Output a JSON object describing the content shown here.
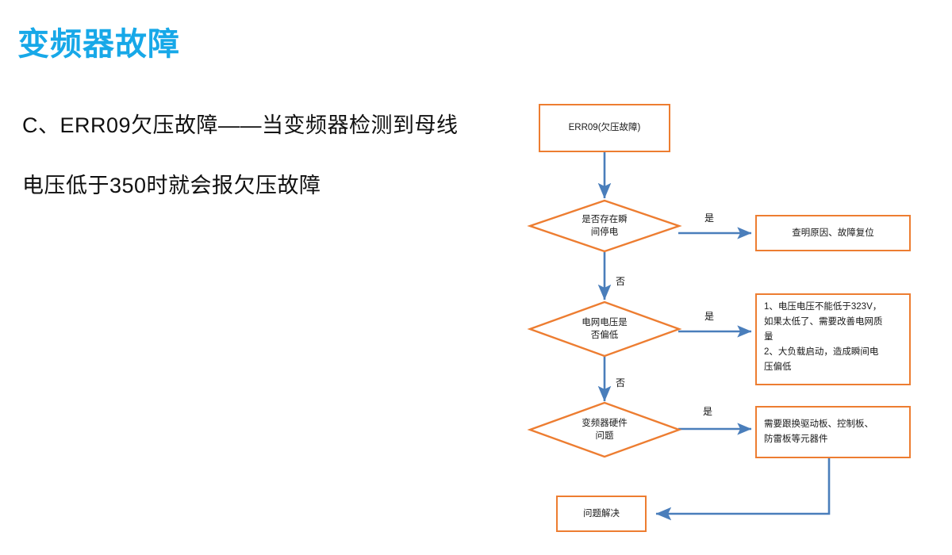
{
  "slide": {
    "title": "变频器故障",
    "body": [
      "C、ERR09欠压故障——当变频器检测到母线",
      "电压低于350时就会报欠压故障"
    ]
  },
  "colors": {
    "title_blue": "#17A8E8",
    "shape_orange": "#ED7D31",
    "connector_blue": "#4A7EBB",
    "text_black": "#1A1A1A",
    "background": "#FFFFFF"
  },
  "flowchart": {
    "start": {
      "label": "ERR09(欠压故障)"
    },
    "decisions": [
      {
        "id": "d1",
        "label": "是否存在瞬\n间停电",
        "yes": "是",
        "no": "否"
      },
      {
        "id": "d2",
        "label": "电网电压是\n否偏低",
        "yes": "是",
        "no": "否"
      },
      {
        "id": "d3",
        "label": "变频器硬件\n问题",
        "yes": "是",
        "no": ""
      }
    ],
    "results": [
      {
        "id": "r1",
        "label": "查明原因、故障复位"
      },
      {
        "id": "r2",
        "label": "1、电压电压不能低于323V，\n如果太低了、需要改善电网质\n量\n2、大负载启动，造成瞬间电\n压偏低"
      },
      {
        "id": "r3",
        "label": "需要跟换驱动板、控制板、\n防雷板等元器件"
      }
    ],
    "end": {
      "label": "问题解决"
    },
    "edge_labels": {
      "d1_yes": "是",
      "d1_no": "否",
      "d2_yes": "是",
      "d2_no": "否",
      "d3_yes": "是"
    }
  }
}
